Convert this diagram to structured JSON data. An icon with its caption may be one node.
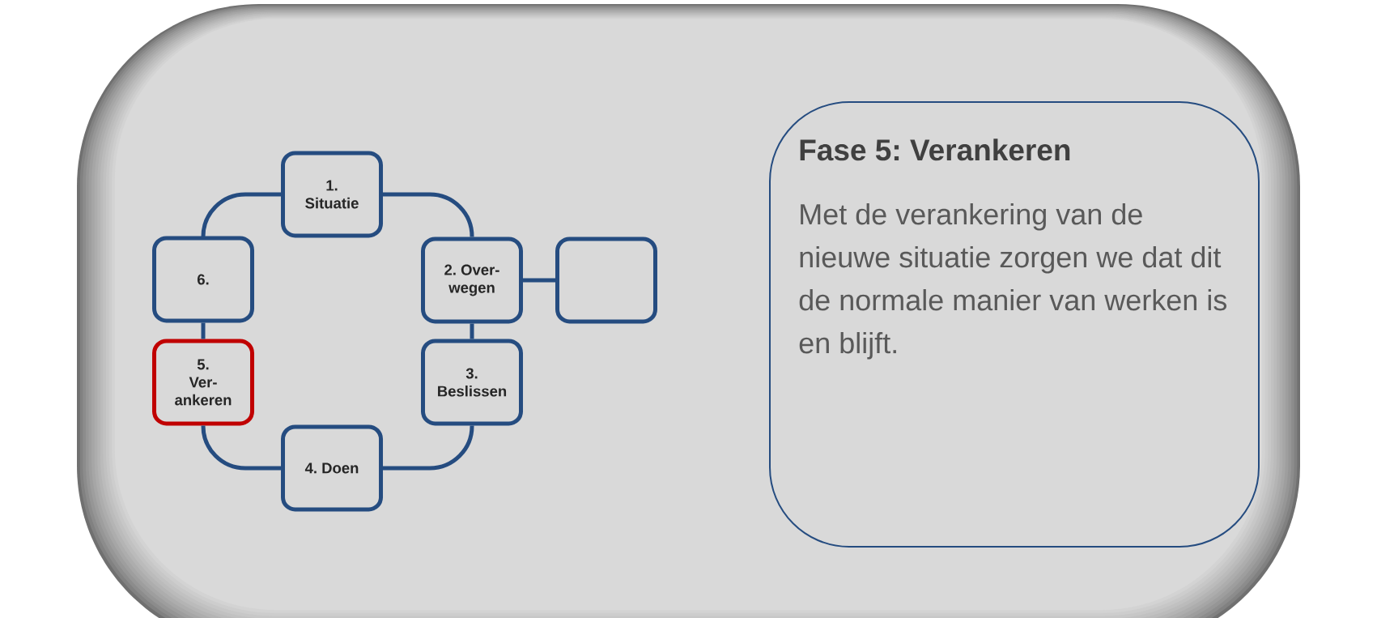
{
  "diagram": {
    "nodes": [
      {
        "text": [
          "1. Situatie"
        ]
      },
      {
        "text": [
          "2. Over- wegen"
        ]
      },
      {
        "text": [
          "3. Beslissen"
        ]
      },
      {
        "text": [
          "4. Doen"
        ]
      },
      {
        "text": [
          "5. Ver- ankeren"
        ]
      },
      {
        "text": [
          "6."
        ]
      },
      {
        "text": [],
        "shape": "box"
      },
      {
        "text": [
          "Fase 5: Verankeren",
          "Met de verankering van de nieuwe situatie zorgen we dat dit de normale manier van werken is en blijft."
        ]
      }
    ],
    "edges": [
      {
        "from": 0,
        "to": 1,
        "arrow": "none"
      },
      {
        "from": 1,
        "to": 2,
        "arrow": "none"
      },
      {
        "from": 2,
        "to": 3,
        "arrow": "none"
      },
      {
        "from": 3,
        "to": 4,
        "arrow": "none"
      },
      {
        "from": 4,
        "to": 5,
        "arrow": "none"
      },
      {
        "from": 5,
        "to": 0,
        "arrow": "none"
      },
      {
        "from": 1,
        "to": 6,
        "arrow": "none"
      }
    ]
  }
}
